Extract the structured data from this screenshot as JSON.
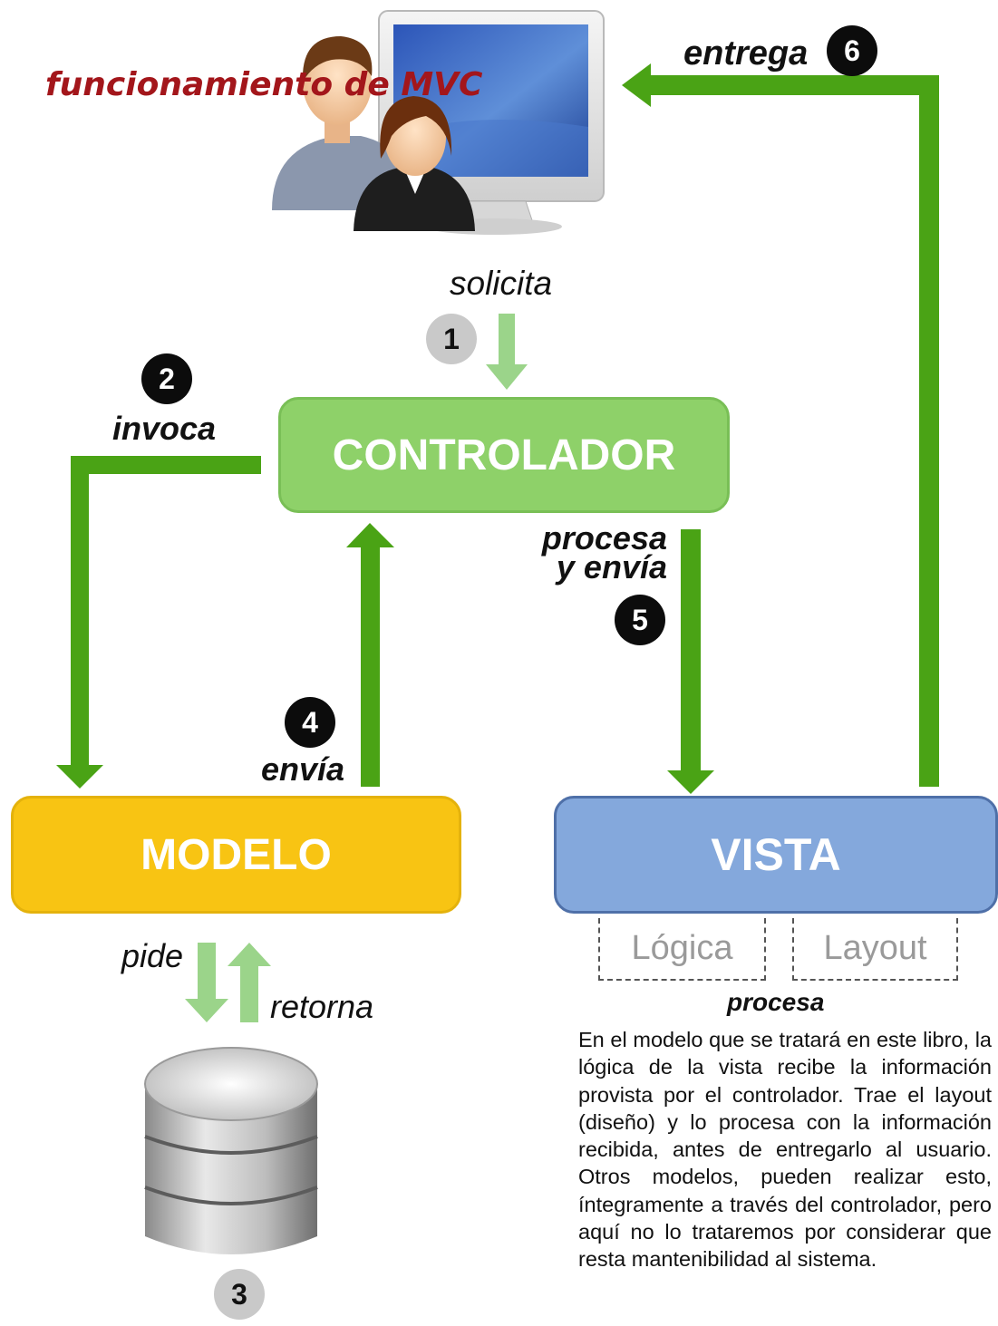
{
  "title": "funcionamiento de MVC",
  "nodes": {
    "controlador": "CONTROLADOR",
    "modelo": "MODELO",
    "vista": "VISTA"
  },
  "steps": [
    {
      "num": "1",
      "label": "solicita"
    },
    {
      "num": "2",
      "label": "invoca"
    },
    {
      "num": "3",
      "label": ""
    },
    {
      "num": "4",
      "label": "envía"
    },
    {
      "num": "5",
      "label": "procesa y envía"
    },
    {
      "num": "6",
      "label": "entrega"
    }
  ],
  "db_arrows": {
    "pide": "pide",
    "retorna": "retorna"
  },
  "vista_parts": {
    "logica": "Lógica",
    "layout": "Layout"
  },
  "vista_caption": "procesa",
  "description": "En el modelo que se tratará en este libro, la lógica de la vista recibe la información provista por el controlador. Trae el layout (diseño) y lo procesa con la información recibida, antes de entregarlo al usuario. Otros modelos, pueden realizar esto, íntegramente a través del controlador, pero aquí no lo trataremos por considerar que resta mantenibilidad al sistema.",
  "colors": {
    "arrow_dark": "#4aa315",
    "arrow_light": "#9bd48a",
    "controlador": "#8ed169",
    "modelo": "#f8c413",
    "vista": "#84a8dc",
    "title": "#a3161b"
  },
  "icons": [
    "users-computer-icon",
    "database-icon"
  ]
}
